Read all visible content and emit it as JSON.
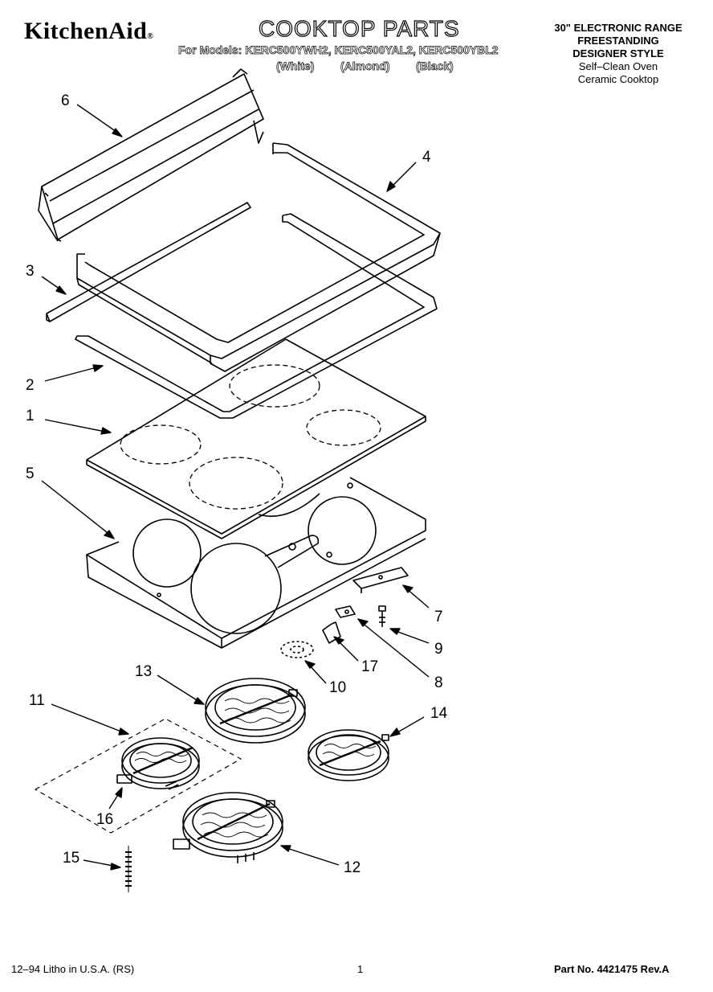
{
  "header": {
    "brand": "KitchenAid",
    "brand_mark": "®",
    "title": "COOKTOP PARTS",
    "models_line": "For Models: KERC500YWH2, KERC500YAL2, KERC500YBL2",
    "colors": [
      "(White)",
      "(Almond)",
      "(Black)"
    ]
  },
  "range_info": {
    "line1": "30\" ELECTRONIC RANGE",
    "line2": "FREESTANDING",
    "line3": "DESIGNER STYLE",
    "line4": "Self–Clean Oven",
    "line5": "Ceramic Cooktop"
  },
  "callouts": [
    "1",
    "2",
    "3",
    "4",
    "5",
    "6",
    "7",
    "8",
    "9",
    "10",
    "11",
    "12",
    "13",
    "14",
    "15",
    "16",
    "17"
  ],
  "footer": {
    "left": "12–94 Litho in U.S.A. (RS)",
    "page": "1",
    "right": "Part No. 4421475 Rev.A"
  }
}
